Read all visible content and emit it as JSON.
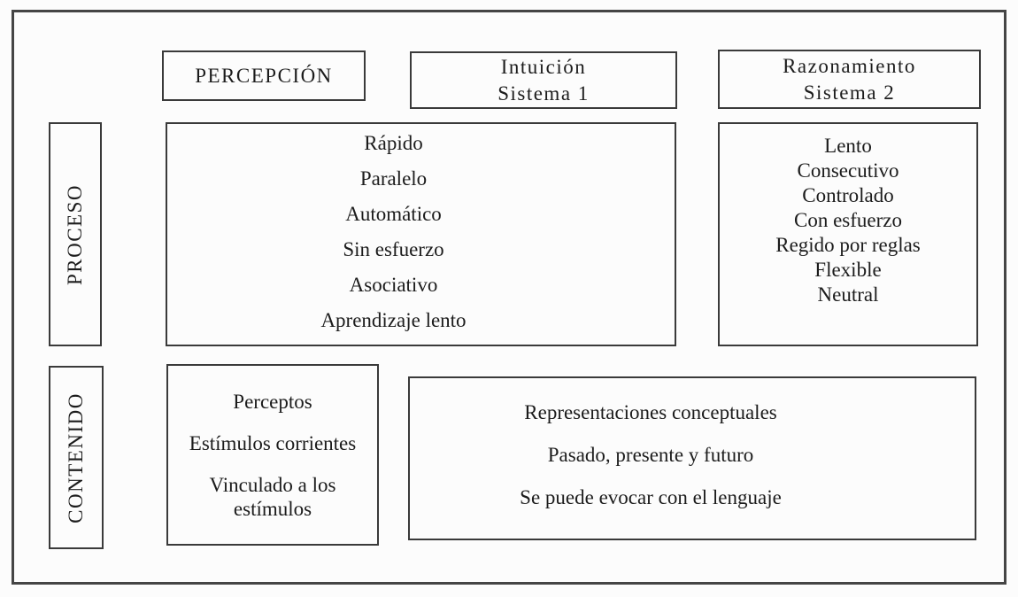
{
  "diagram": {
    "title_boxes": {
      "perception": {
        "label": "PERCEPCIÓN"
      },
      "intuition": {
        "line1": "Intuición",
        "line2": "Sistema 1"
      },
      "reasoning": {
        "line1": "Razonamiento",
        "line2": "Sistema 2"
      }
    },
    "row_labels": {
      "process": "PROCESO",
      "content": "CONTENIDO"
    },
    "process_row": {
      "system1_items": [
        "Rápido",
        "Paralelo",
        "Automático",
        "Sin esfuerzo",
        "Asociativo",
        "Aprendizaje lento"
      ],
      "system2_items": [
        "Lento",
        "Consecutivo",
        "Controlado",
        "Con esfuerzo",
        "Regido por reglas",
        "Flexible",
        "Neutral"
      ]
    },
    "content_row": {
      "perception_items": [
        "Perceptos",
        "Estímulos corrientes",
        "Vinculado a los estímulos"
      ],
      "system2_items": [
        "Representaciones conceptuales",
        "Pasado, presente y futuro",
        "Se puede evocar con el lenguaje"
      ]
    },
    "colors": {
      "border": "#3a3a3a",
      "text": "#1c1c1c",
      "background": "#fcfcfc"
    }
  }
}
